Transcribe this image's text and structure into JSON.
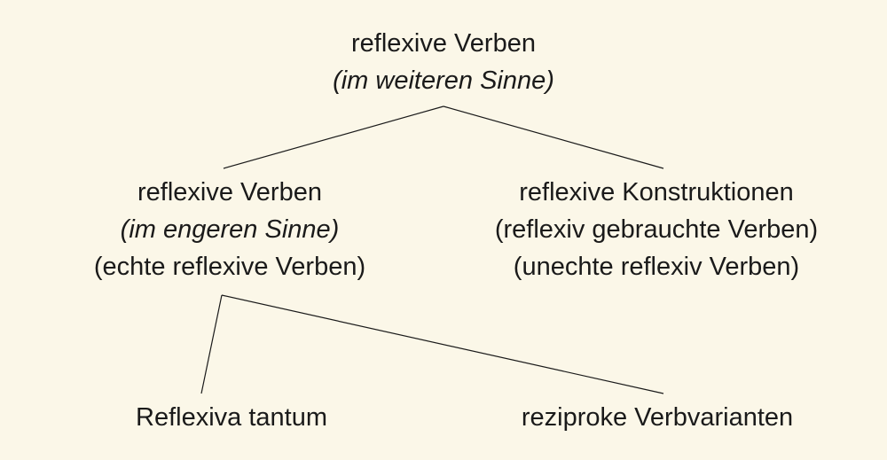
{
  "nodes": {
    "root": {
      "line1": "reflexive Verben",
      "line2": "(im weiteren Sinne)"
    },
    "left": {
      "line1": "reflexive Verben",
      "line2": "(im engeren Sinne)",
      "line3": "(echte reflexive Verben)"
    },
    "right": {
      "line1": "reflexive Konstruktionen",
      "line2": "(reflexiv gebrauchte Verben)",
      "line3": "(unechte reflexiv Verben)"
    },
    "left_left": {
      "line1": "Reflexiva tantum"
    },
    "left_right": {
      "line1": "reziproke Verbvarianten"
    }
  },
  "colors": {
    "background": "#fbf7e8",
    "text": "#1a1a1a"
  }
}
